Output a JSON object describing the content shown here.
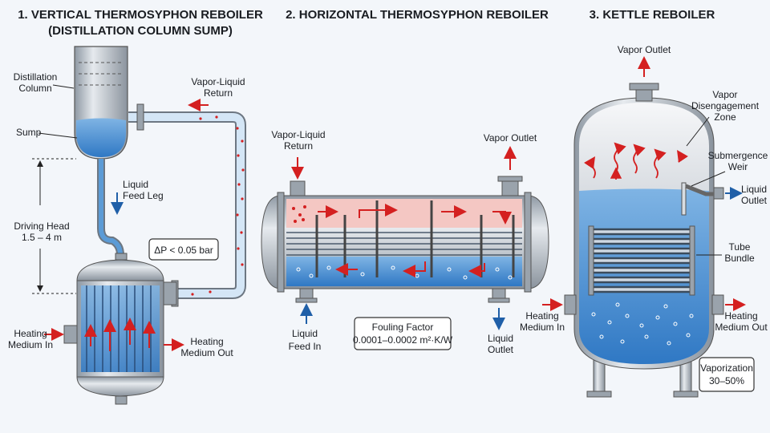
{
  "sections": {
    "vertical": {
      "title_line1": "1. VERTICAL THERMOSYPHON REBOILER",
      "title_line2": "(DISTILLATION COLUMN SUMP)",
      "labels": {
        "column_line1": "Distillation",
        "column_line2": "Column",
        "sump": "Sump",
        "return_line1": "Vapor-Liquid",
        "return_line2": "Return",
        "feed_leg_line1": "Liquid",
        "feed_leg_line2": "Feed Leg",
        "head_line1": "Driving Head",
        "head_line2": "1.5 – 4 m",
        "dp": "ΔP < 0.05 bar",
        "heating_in_line1": "Heating",
        "heating_in_line2": "Medium In",
        "heating_out_line1": "Heating",
        "heating_out_line2": "Medium Out"
      }
    },
    "horizontal": {
      "title": "2. HORIZONTAL THERMOSYPHON REBOILER",
      "labels": {
        "return_line1": "Vapor-Liquid",
        "return_line2": "Return",
        "vapor_outlet": "Vapor Outlet",
        "feed_line1": "Liquid",
        "feed_line2": "Feed In",
        "fouling_line1": "Fouling Factor",
        "fouling_line2": "0.0001–0.0002 m²·K/W",
        "liquid_outlet_line1": "Liquid",
        "liquid_outlet_line2": "Outlet"
      }
    },
    "kettle": {
      "title": "3. KETTLE REBOILER",
      "labels": {
        "vapor_outlet": "Vapor Outlet",
        "disengagement_line1": "Vapor",
        "disengagement_line2": "Disengagement",
        "disengagement_line3": "Zone",
        "weir_line1": "Submergence",
        "weir_line2": "Weir",
        "liquid_outlet_line1": "Liquid",
        "liquid_outlet_line2": "Outlet",
        "bundle_line1": "Tube",
        "bundle_line2": "Bundle",
        "heating_in_line1": "Heating",
        "heating_in_line2": "Medium In",
        "heating_out_line1": "Heating",
        "heating_out_line2": "Medium Out",
        "vaporization_line1": "Vaporization",
        "vaporization_line2": "30–50%"
      }
    }
  },
  "colors": {
    "liquid": "#5b9bd6",
    "vapor_zone": "#f4c7c3",
    "steel": "#b7bec6",
    "arrow_red": "#d42020",
    "arrow_blue": "#1f5fa8"
  }
}
